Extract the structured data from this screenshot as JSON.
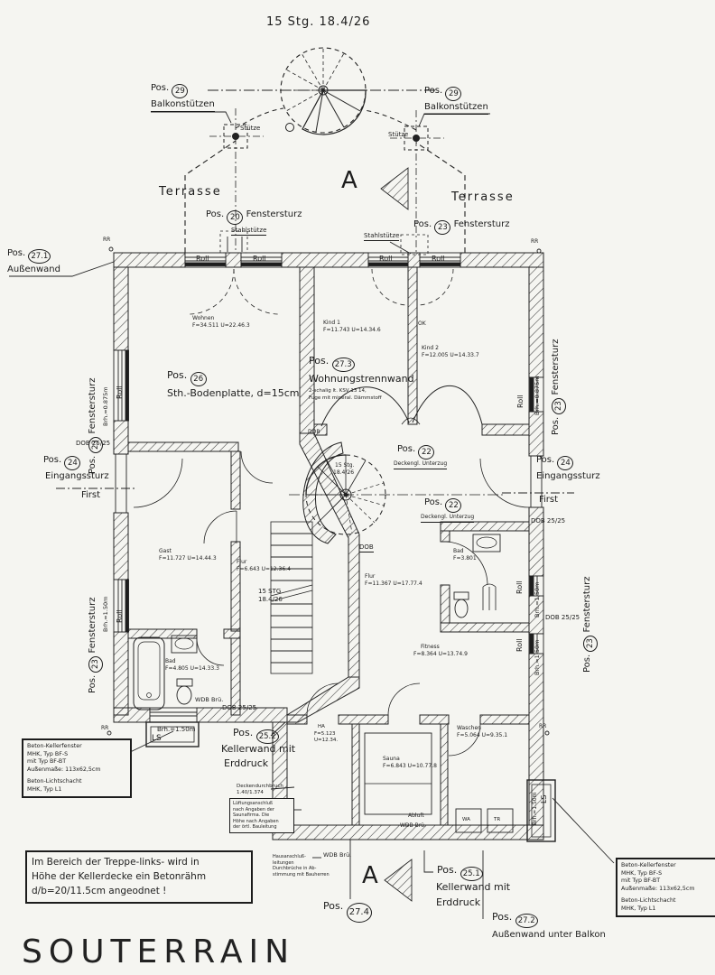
{
  "title": "SOUTERRAIN",
  "colors": {
    "ink": "#1c1c1c",
    "paper": "#f5f5f1"
  },
  "plan": {
    "pos_prefix": "Pos.",
    "stair_top": "15 Stg. 18.4/26",
    "stair_mid_1": "15 Stg.",
    "stair_mid_2": "18.4/26",
    "stair_left_1": "15 STG",
    "stair_left_2": "18.4/26",
    "balkonstuetzen": "Balkonstützen",
    "stuetze": "Stütze",
    "stahlstuetze": "Stahlstütze",
    "terrasse": "Terrasse",
    "fenstersturz": "Fenstersturz",
    "eingangssturz": "Eingangssturz",
    "aussenwand": "Außenwand",
    "aussenwand_unter_balkon": "Außenwand unter Balkon",
    "wohnungstrennwand": "Wohnungstrennwand",
    "trennwand_sub1": "2-schalig lt. KSV 13 14,",
    "trennwand_sub2": "Fuge mit mineral. Dämmstoff",
    "bodenplatte": "Sth.-Bodenplatte, d=15cm",
    "kellerwand_mit": "Kellerwand mit",
    "erddruck": "Erddruck",
    "unterzug": "Deckengl. Unterzug",
    "first": "First",
    "roll": "Roll",
    "rr": "RR",
    "ls": "LS",
    "ok": "OK",
    "dob": "DOB",
    "dob_25_25": "DOB 25/25",
    "wdb_brue": "WDB Brü.",
    "abluft": "Abluft",
    "wa": "WA",
    "tr": "TR",
    "brh_0875": "Brh.=0.875m",
    "brh_150": "Brh.=1.50m",
    "section_mark": "A",
    "deckendurchbruch_1": "Deckendurchbruch",
    "deckendurchbruch_2": "1.40/1.374",
    "nums": {
      "n20": "20",
      "n22": "22",
      "n23": "23",
      "n24": "24",
      "n26": "26",
      "n29": "29",
      "n25_1": "25.1",
      "n25_2": "25.2",
      "n27_1": "27.1",
      "n27_2": "27.2",
      "n27_3": "27.3",
      "n27_4": "27.4"
    }
  },
  "rooms": {
    "wohnen": {
      "name": "Wohnen",
      "dims": "F=34.511 U=22.46.3"
    },
    "kind1": {
      "name": "Kind 1",
      "dims": "F=11.743 U=14.34.6"
    },
    "kind2": {
      "name": "Kind 2",
      "dims": "F=12.005 U=14.33.7"
    },
    "gast": {
      "name": "Gast",
      "dims": "F=11.727 U=14.44.3"
    },
    "flur_l": {
      "name": "Flur",
      "dims": "F=6.643 U=12.36.4"
    },
    "bad_l": {
      "name": "Bad",
      "dims": "F=4.805 U=14.33.3"
    },
    "flur_r": {
      "name": "Flur",
      "dims": "F=11.367 U=17.77.4"
    },
    "bad_r": {
      "name": "Bad",
      "dims": "F=3.801"
    },
    "fitness": {
      "name": "Fitness",
      "dims": "F=8.364 U=13.74.9"
    },
    "sauna": {
      "name": "Sauna",
      "dims": "F=6.843 U=10.77.8"
    },
    "waschen": {
      "name": "Waschen",
      "dims": "F=5.064 U=9.35.1"
    },
    "ha": {
      "name": "HA",
      "dims1": "F=5.123",
      "dims2": "U=12.34."
    }
  },
  "boxes": {
    "kellerfenster": {
      "lines": [
        "Beton-Kellerfenster",
        "MHK, Typ BF-S",
        "mit Typ BF-BT",
        "Außenmaße: 113x62,5cm"
      ]
    },
    "lichtschacht": {
      "lines": [
        "Beton-Lichtschacht",
        "MHK, Typ L1"
      ]
    },
    "betonraehm": {
      "lines": [
        "Im Bereich der Treppe-links- wird in",
        "Höhe der Kellerdecke ein Betonrähm",
        "d/b=20/11.5cm angeodnet !"
      ]
    },
    "lueftung": {
      "lines": [
        "Lüftungsanschluß",
        "nach Angaben der",
        "Saunafirma. Die",
        "Höhe nach Angaben",
        "der örtl. Bauleitung"
      ]
    },
    "hausanschluss": {
      "lines": [
        "Hausanschluß-",
        "leitungen",
        "Durchbrüche in Ab-",
        "stimmung mit Bauherren"
      ]
    }
  }
}
